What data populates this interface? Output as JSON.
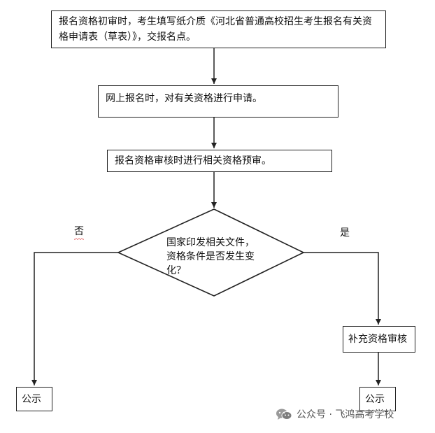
{
  "flowchart": {
    "step1": "报名资格初审时，考生填写纸介质《河北省普通高校招生考生报名有关资格申请表（草表）》，交报名点。",
    "step2": "网上报名时，对有关资格进行申请。",
    "step3": "报名资格审核时进行相关资格预审。",
    "decision_line1": "国家印发相关文件，",
    "decision_line2": "资格条件是否发生变",
    "decision_line3": "化？",
    "branch_no": "否",
    "branch_yes": "是",
    "supplement": "补充资格审核",
    "public_left": "公示",
    "public_right": "公示"
  },
  "watermark": {
    "text": "公众号 · 飞鸿高考学校",
    "icon": "wechat-icon"
  }
}
